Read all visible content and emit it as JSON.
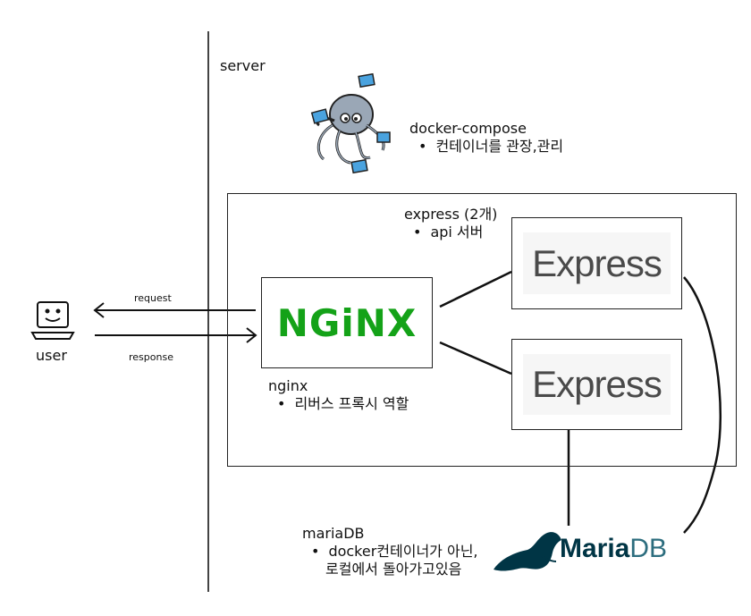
{
  "server": {
    "label": "server"
  },
  "compose": {
    "title": "docker-compose",
    "bullet": "컨테이너를 관장,관리"
  },
  "express": {
    "title": "express (2개)",
    "bullet": "api 서버",
    "logo_text": "Express"
  },
  "nginx": {
    "title": "nginx",
    "bullet": "리버스 프록시 역할",
    "logo_text": "NGiNX"
  },
  "user": {
    "label": "user"
  },
  "arrows": {
    "request": "request",
    "response": "response"
  },
  "mariadb": {
    "title": "mariaDB",
    "bullet_line1": "docker컨테이너가 아닌,",
    "bullet_line2": "로컬에서 돌아가고있음",
    "logo_maria": "Maria",
    "logo_db": "DB"
  },
  "colors": {
    "nginx": "#14A218",
    "mariadb": "#003545",
    "express": "#4a4a4a",
    "docker_blue": "#4aa3df"
  },
  "icons": [
    "laptop-face-icon",
    "docker-compose-octopus-icon",
    "mariadb-seal-icon"
  ]
}
